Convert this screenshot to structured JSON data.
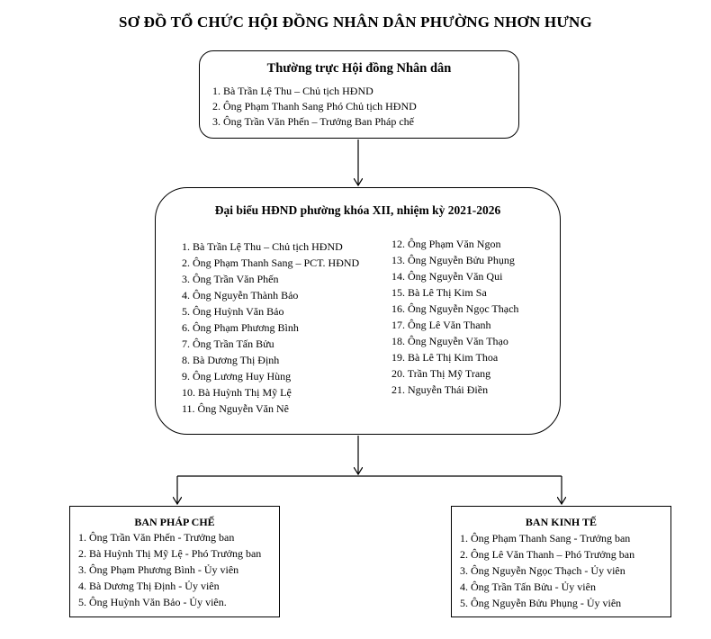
{
  "title": "SƠ ĐỒ TỔ CHỨC HỘI ĐỒNG NHÂN DÂN PHƯỜNG NHƠN HƯNG",
  "standing": {
    "heading": "Thường trực Hội đồng Nhân dân",
    "items": [
      "1. Bà Trần Lệ Thu – Chủ tịch HĐND",
      "2. Ông Phạm Thanh Sang Phó Chủ tịch HĐND",
      "3. Ông Trần Văn Phến – Trưởng Ban Pháp chế"
    ]
  },
  "delegates": {
    "heading": "Đại biểu HĐND phường khóa XII, nhiệm kỳ 2021-2026",
    "left": [
      "1. Bà Trần Lệ Thu – Chủ tịch HĐND",
      "2. Ông Phạm Thanh Sang – PCT. HĐND",
      "3. Ông Trần Văn Phến",
      "4. Ông Nguyễn Thành Bảo",
      "5. Ông Huỳnh Văn Bảo",
      "6. Ông Phạm Phương Bình",
      "7. Ông Trần Tấn Bửu",
      "8. Bà Dương Thị Định",
      "9. Ông Lương Huy Hùng",
      "10. Bà Huỳnh Thị Mỹ Lệ",
      "11. Ông Nguyễn Văn Nê"
    ],
    "right": [
      "12. Ông Phạm Văn Ngon",
      "13. Ông Nguyễn Bửu Phụng",
      "14. Ông Nguyễn Văn Qui",
      "15. Bà Lê Thị Kim Sa",
      "16. Ông Nguyễn Ngọc Thạch",
      "17. Ông Lê Văn Thanh",
      "18. Ông Nguyễn Văn Thạo",
      "19. Bà Lê Thị Kim Thoa",
      "20. Trần Thị Mỹ Trang",
      "21. Nguyễn Thái Điền"
    ]
  },
  "phap_che": {
    "heading": "BAN PHÁP CHẾ",
    "items": [
      "1. Ông Trần Văn Phến - Trưởng ban",
      "2. Bà Huỳnh Thị Mỹ Lệ - Phó Trưởng ban",
      "3. Ông Phạm Phương Bình - Ủy viên",
      "4. Bà Dương Thị Định - Ủy viên",
      "5. Ông Huỳnh Văn Bảo - Ủy viên."
    ]
  },
  "kinh_te": {
    "heading": "BAN KINH TẾ",
    "items": [
      "1. Ông Phạm Thanh Sang - Trưởng ban",
      "2. Ông Lê Văn Thanh – Phó Trưởng ban",
      "3. Ông Nguyễn Ngọc Thạch - Ủy viên",
      "4. Ông Trần Tấn Bửu - Ủy viên",
      "5. Ông Nguyễn Bửu Phụng - Ủy viên"
    ]
  }
}
